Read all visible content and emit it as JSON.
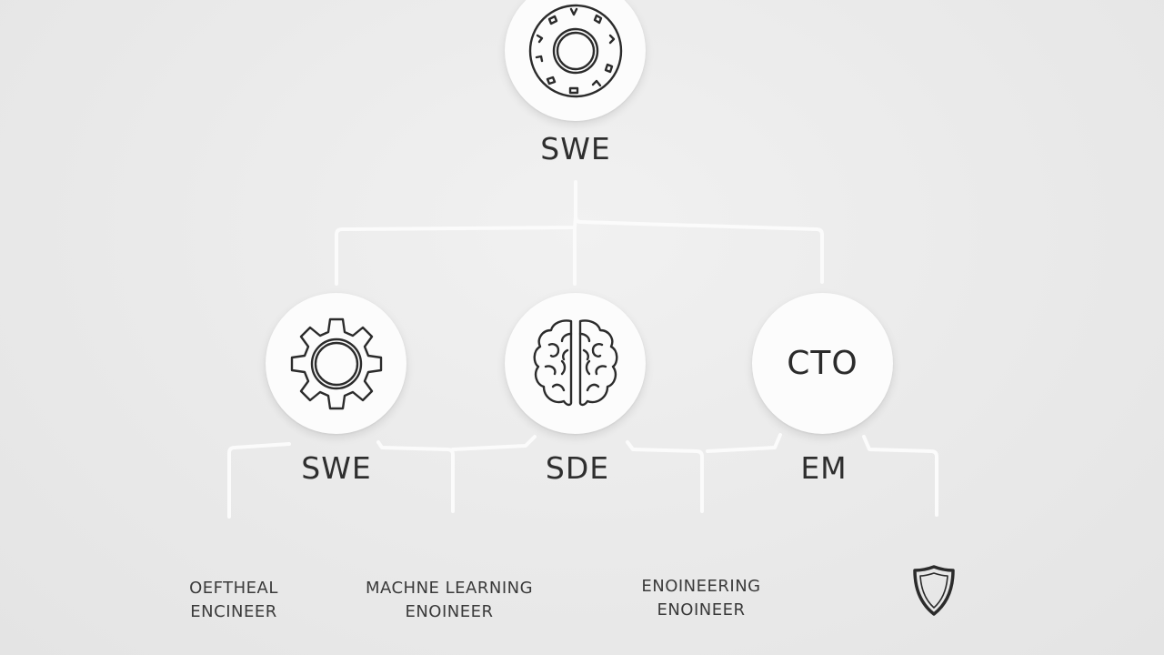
{
  "root": {
    "label": "SWE",
    "icon": "ring-icon"
  },
  "level2": [
    {
      "label": "SWE",
      "icon": "gear-icon"
    },
    {
      "label": "SDE",
      "icon": "brain-icon"
    },
    {
      "label": "EM",
      "node_text": "CTO"
    }
  ],
  "leaves": [
    {
      "line1": "OEFTHEAL",
      "line2": "ENCINEER"
    },
    {
      "line1": "MACHNE LEARNING",
      "line2": "ENOINEER"
    },
    {
      "line1": "ENOINEERING",
      "line2": "ENOINEER"
    },
    {
      "icon": "shield-icon"
    }
  ],
  "colors": {
    "background": "#ebebeb",
    "node_fill": "#fcfcfc",
    "connector": "#fafafa",
    "text": "#2b2b2b"
  }
}
